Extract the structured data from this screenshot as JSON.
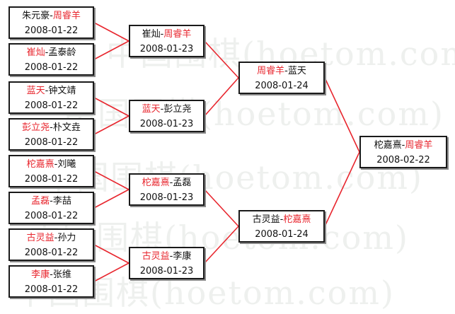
{
  "watermark": "中国围棋(hoetom.com)",
  "colors": {
    "winner": "#e8262e",
    "connector": "#e8262e",
    "border": "#1a1a1a"
  },
  "round1": [
    {
      "p1": "朱元豪",
      "p2": "周睿羊",
      "winner": 2,
      "date": "2008-01-22"
    },
    {
      "p1": "崔灿",
      "p2": "孟泰龄",
      "winner": 1,
      "date": "2008-01-22"
    },
    {
      "p1": "蓝天",
      "p2": "钟文靖",
      "winner": 1,
      "date": "2008-01-22"
    },
    {
      "p1": "彭立尧",
      "p2": "朴文垚",
      "winner": 1,
      "date": "2008-01-22"
    },
    {
      "p1": "柁嘉熹",
      "p2": "刘曦",
      "winner": 1,
      "date": "2008-01-22"
    },
    {
      "p1": "孟磊",
      "p2": "李喆",
      "winner": 1,
      "date": "2008-01-22"
    },
    {
      "p1": "古灵益",
      "p2": "孙力",
      "winner": 1,
      "date": "2008-01-22"
    },
    {
      "p1": "李康",
      "p2": "张维",
      "winner": 1,
      "date": "2008-01-22"
    }
  ],
  "round2": [
    {
      "p1": "崔灿",
      "p2": "周睿羊",
      "winner": 2,
      "date": "2008-01-23"
    },
    {
      "p1": "蓝天",
      "p2": "彭立尧",
      "winner": 1,
      "date": "2008-01-23"
    },
    {
      "p1": "柁嘉熹",
      "p2": "孟磊",
      "winner": 1,
      "date": "2008-01-23"
    },
    {
      "p1": "古灵益",
      "p2": "李康",
      "winner": 1,
      "date": "2008-01-23"
    }
  ],
  "round3": [
    {
      "p1": "周睿羊",
      "p2": "蓝天",
      "winner": 1,
      "date": "2008-01-24"
    },
    {
      "p1": "古灵益",
      "p2": "柁嘉熹",
      "winner": 2,
      "date": "2008-01-24"
    }
  ],
  "final": [
    {
      "p1": "柁嘉熹",
      "p2": "周睿羊",
      "winner": 2,
      "date": "2008-02-22"
    }
  ]
}
